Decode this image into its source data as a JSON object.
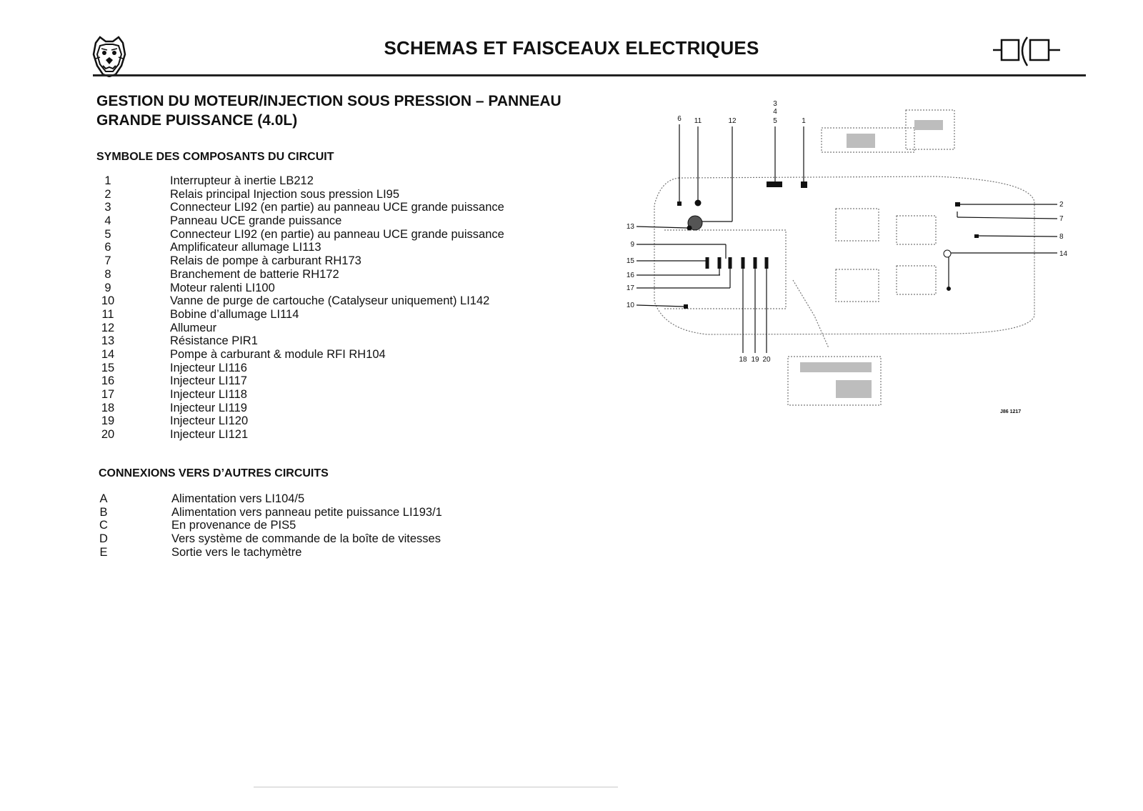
{
  "header": {
    "title": "SCHEMAS ET FAISCEAUX ELECTRIQUES",
    "logo_icon": "jaguar-emblem-icon",
    "section_icon": "connector-symbol-icon"
  },
  "section": {
    "title_line1": "GESTION DU MOTEUR/INJECTION SOUS PRESSION – PANNEAU",
    "title_line2": "GRANDE PUISSANCE (4.0L)"
  },
  "components": {
    "heading": "SYMBOLE DES COMPOSANTS DU CIRCUIT",
    "items": [
      {
        "num": "1",
        "desc": "Interrupteur à inertie LB212"
      },
      {
        "num": "2",
        "desc": "Relais principal Injection sous pression LI95"
      },
      {
        "num": "3",
        "desc": "Connecteur LI92 (en partie) au panneau UCE grande puissance"
      },
      {
        "num": "4",
        "desc": "Panneau UCE grande puissance"
      },
      {
        "num": "5",
        "desc": "Connecteur LI92 (en partie) au panneau UCE grande puissance"
      },
      {
        "num": "6",
        "desc": "Amplificateur allumage LI113"
      },
      {
        "num": "7",
        "desc": "Relais de pompe à carburant RH173"
      },
      {
        "num": "8",
        "desc": "Branchement de batterie RH172"
      },
      {
        "num": "9",
        "desc": "Moteur ralenti LI100"
      },
      {
        "num": "10",
        "desc": "Vanne de purge de cartouche (Catalyseur uniquement) LI142"
      },
      {
        "num": "11",
        "desc": "Bobine d’allumage LI114"
      },
      {
        "num": "12",
        "desc": "Allumeur"
      },
      {
        "num": "13",
        "desc": "Résistance PIR1"
      },
      {
        "num": "14",
        "desc": "Pompe à carburant & module RFI RH104"
      },
      {
        "num": "15",
        "desc": "Injecteur LI116"
      },
      {
        "num": "16",
        "desc": "Injecteur LI117"
      },
      {
        "num": "17",
        "desc": "Injecteur LI118"
      },
      {
        "num": "18",
        "desc": "Injecteur LI119"
      },
      {
        "num": "19",
        "desc": "Injecteur LI120"
      },
      {
        "num": "20",
        "desc": "Injecteur LI121"
      }
    ]
  },
  "connections": {
    "heading": "CONNEXIONS VERS D’AUTRES CIRCUITS",
    "items": [
      {
        "num": "A",
        "desc": "Alimentation vers LI104/5"
      },
      {
        "num": "B",
        "desc": "Alimentation vers panneau petite puissance LI193/1"
      },
      {
        "num": "C",
        "desc": "En provenance de PIS5"
      },
      {
        "num": "D",
        "desc": "Vers système de commande de la boîte de vitesses"
      },
      {
        "num": "E",
        "desc": "Sortie vers le tachymètre"
      }
    ]
  },
  "diagram": {
    "top_callouts": [
      "6",
      "11",
      "12",
      "3",
      "4",
      "5",
      "1"
    ],
    "left_callouts": [
      "13",
      "9",
      "15",
      "16",
      "17",
      "10"
    ],
    "right_callouts": [
      "2",
      "7",
      "8",
      "14"
    ],
    "bottom_callouts": [
      "18",
      "19",
      "20"
    ],
    "reference_code": "J86 1217",
    "accent_color": "#111111",
    "outline_color": "#777777"
  }
}
